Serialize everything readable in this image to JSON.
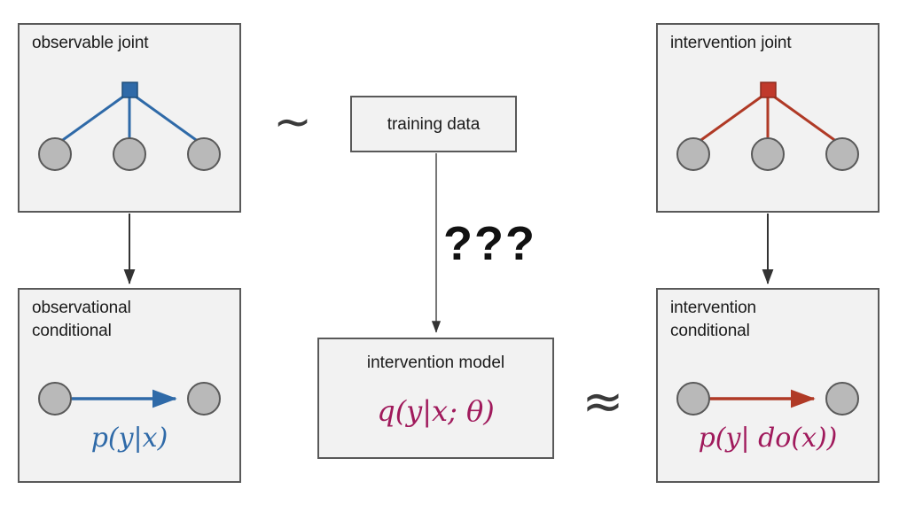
{
  "diagram": {
    "title_semantics": "causal observational vs interventional distribution diagram",
    "colors": {
      "observational": "#2f6aa8",
      "interventional": "#b03a26",
      "model": "#a01a5c",
      "node_fill": "#b9b9b9",
      "node_stroke": "#595959",
      "panel_fill": "#f2f2f2",
      "panel_stroke": "#595959",
      "arrow": "#333333"
    }
  },
  "panels": {
    "observable_joint": {
      "title": "observable joint",
      "graph": {
        "factor_node": "square",
        "variable_nodes": 3,
        "edge_color": "#2f6aa8"
      }
    },
    "observational_conditional": {
      "title": "observational\nconditional",
      "formula": "p(y|x)",
      "formula_color": "#2f6aa8",
      "edge_color": "#2f6aa8"
    },
    "intervention_joint": {
      "title": "intervention joint",
      "graph": {
        "factor_node": "square",
        "variable_nodes": 3,
        "edge_color": "#b03a26"
      }
    },
    "intervention_conditional": {
      "title": "intervention\nconditional",
      "formula": "p(y| do(x))",
      "formula_color": "#a01a5c",
      "edge_color": "#b03a26"
    }
  },
  "center": {
    "training_data": {
      "label": "training data"
    },
    "intervention_model": {
      "label": "intervention model",
      "formula": "q(y|x; θ)",
      "formula_color": "#a01a5c"
    },
    "unknown_marker": "???"
  },
  "relations": {
    "tilde": "∼",
    "approx": "≈"
  }
}
